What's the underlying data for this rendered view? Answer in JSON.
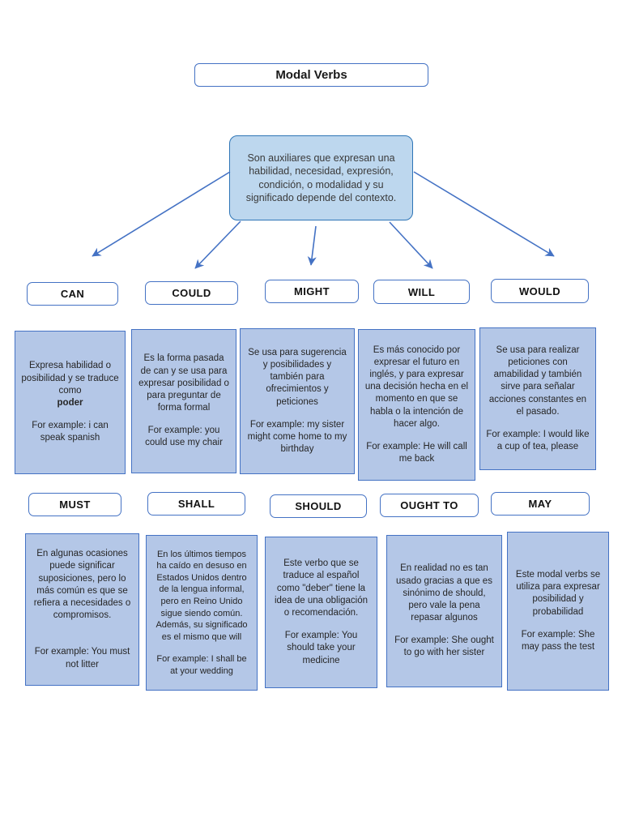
{
  "title": "Modal Verbs",
  "intro": "Son auxiliares que expresan una habilidad, necesidad, expresión, condición, o modalidad y su significado depende del contexto.",
  "colors": {
    "accent": "#4472C4",
    "card_fill": "#B4C7E7",
    "intro_fill": "#BDD7EE",
    "intro_border": "#2E75B6"
  },
  "verbs": [
    {
      "label": "CAN",
      "description": "Expresa habilidad o posibilidad y se traduce como",
      "bold_word": "poder",
      "example": "For example: i can speak spanish"
    },
    {
      "label": "COULD",
      "description": "Es la forma pasada de can y se usa para expresar posibilidad o para preguntar de forma formal",
      "example": "For example: you could use my chair"
    },
    {
      "label": "MIGHT",
      "description": "Se usa para sugerencia y posibilidades y también para ofrecimientos y peticiones",
      "example": "For example: my sister might come home to my birthday"
    },
    {
      "label": "WILL",
      "description": "Es más conocido por expresar el futuro en inglés, y para expresar una decisión hecha en el momento en que se habla o la intención de hacer algo.",
      "example": "For example: He will call me back"
    },
    {
      "label": "WOULD",
      "description": "Se usa para realizar peticiones con amabilidad y también sirve para señalar acciones constantes en el pasado.",
      "example": "For example: I would like a cup of tea, please"
    },
    {
      "label": "MUST",
      "description": "En algunas ocasiones puede significar suposiciones, pero lo más común es que se refiera a necesidades o compromisos.",
      "example": "For example: You must not litter"
    },
    {
      "label": "SHALL",
      "description": "En los últimos tiempos ha caído en desuso en Estados Unidos dentro de la lengua informal, pero en Reino Unido sigue siendo común. Además, su significado es el mismo que will",
      "example": "For example: I shall be at your wedding"
    },
    {
      "label": "SHOULD",
      "description": "Este verbo que se traduce al español como \"deber\" tiene la idea de una obligación o recomendación.",
      "example": "For example: You should take your medicine"
    },
    {
      "label": "OUGHT TO",
      "description": "En realidad no es tan usado gracias a que es sinónimo de should, pero vale la pena repasar algunos",
      "example": "For example: She ought to go with her sister"
    },
    {
      "label": "MAY",
      "description": "Este modal verbs se utiliza para expresar posibilidad y probabilidad",
      "example": "For example: She may pass the test"
    }
  ]
}
